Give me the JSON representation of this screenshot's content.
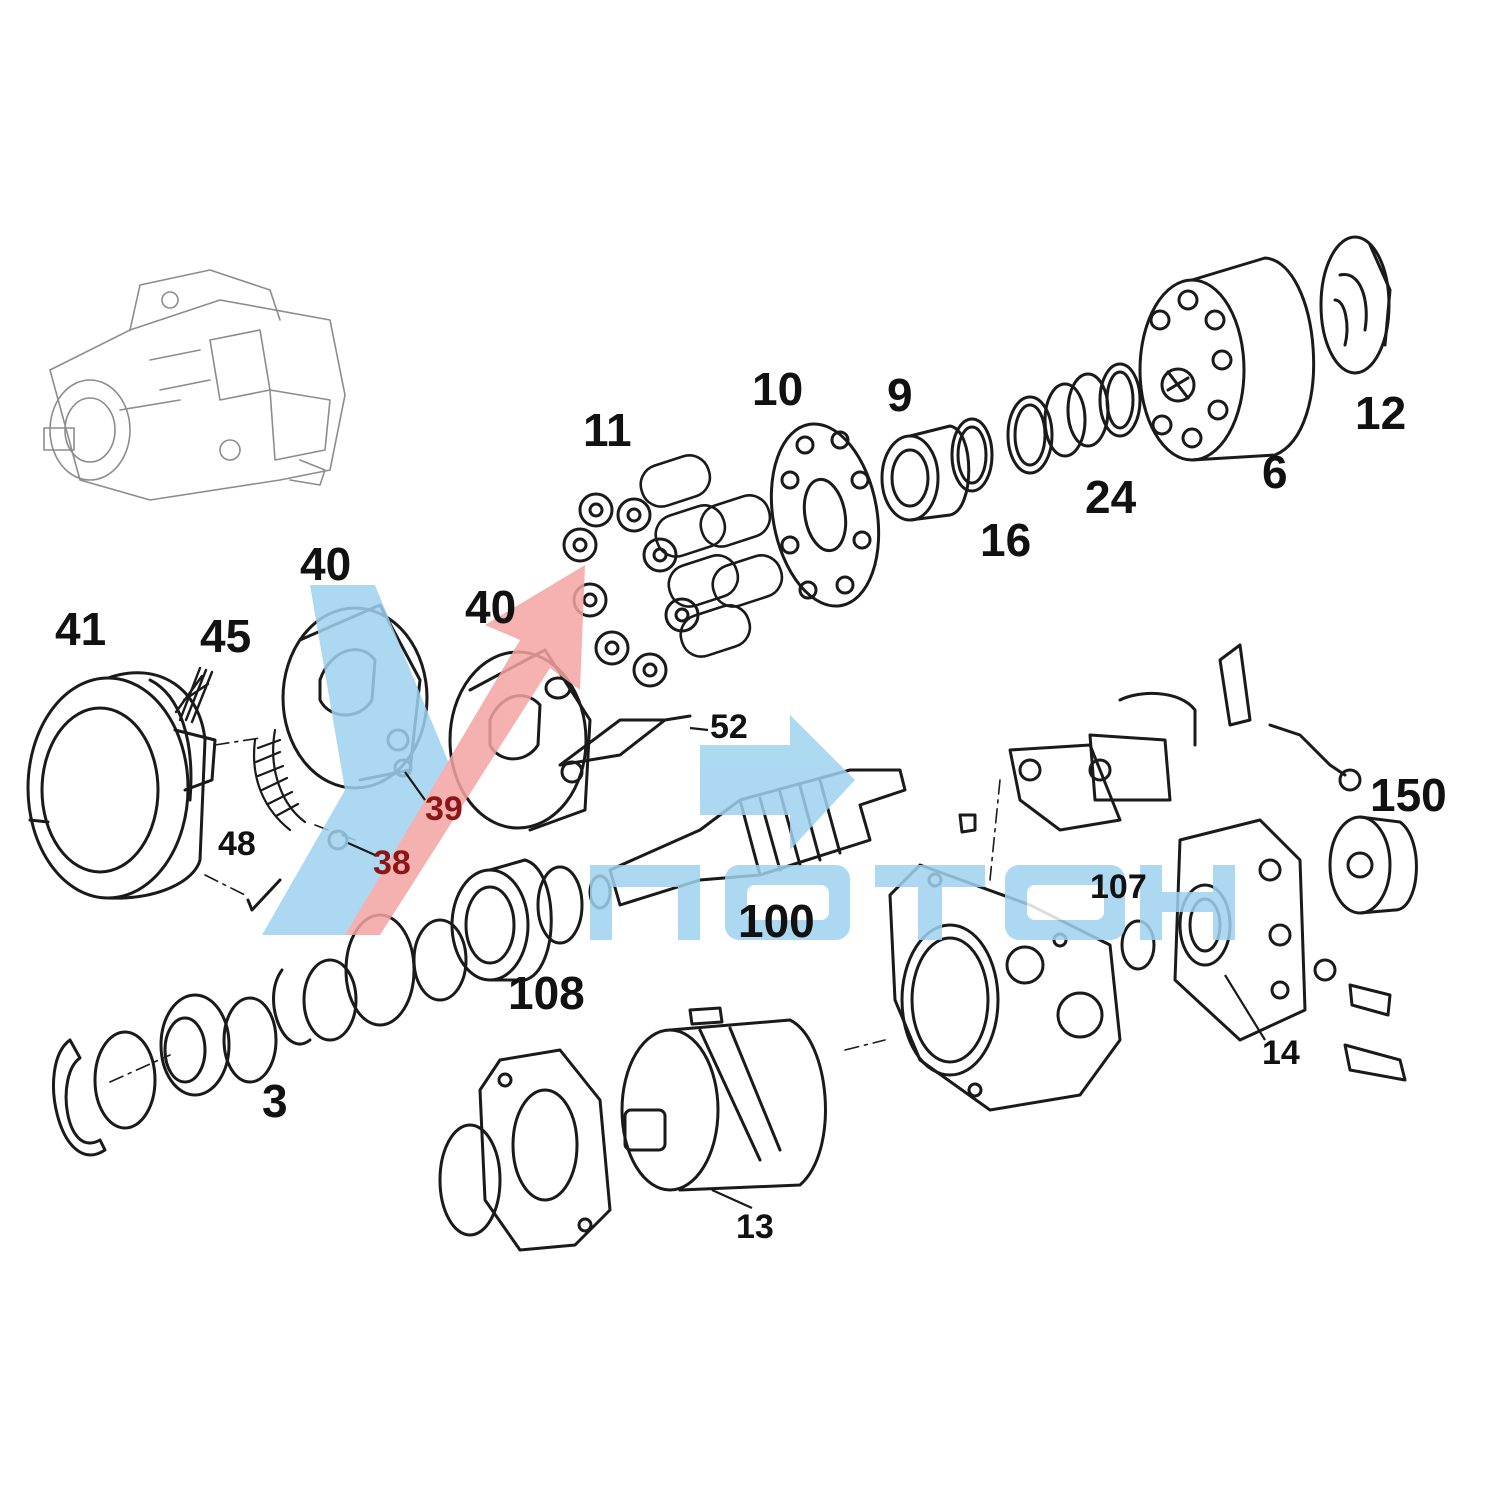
{
  "part_labels": {
    "p11": "11",
    "p10": "10",
    "p9": "9",
    "p12": "12",
    "p6": "6",
    "p24": "24",
    "p16": "16",
    "p40a": "40",
    "p40b": "40",
    "p41": "41",
    "p45": "45",
    "p52": "52",
    "p39": "39",
    "p38": "38",
    "p48": "48",
    "p100": "100",
    "p107": "107",
    "p150": "150",
    "p108": "108",
    "p3": "3",
    "p14": "14",
    "p13": "13"
  },
  "colors": {
    "line": "#1a1a1a",
    "watermark_blue": "#9ed3ef",
    "watermark_red": "#f4a3a3",
    "label_red": "#8a1616"
  },
  "watermark_logo": "brand-logo-watermark"
}
